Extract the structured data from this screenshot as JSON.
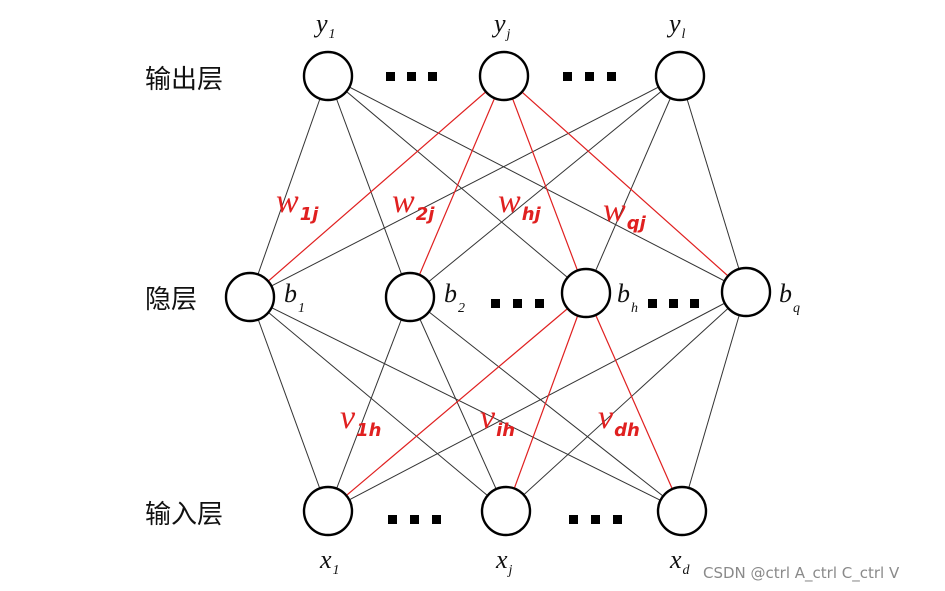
{
  "layers": {
    "output": "输出层",
    "hidden": "隐层",
    "input": "输入层"
  },
  "output_nodes": [
    {
      "var": "y",
      "sub": "1"
    },
    {
      "var": "y",
      "sub": "j"
    },
    {
      "var": "y",
      "sub": "l"
    }
  ],
  "hidden_nodes": [
    {
      "var": "b",
      "sub": "1"
    },
    {
      "var": "b",
      "sub": "2"
    },
    {
      "var": "b",
      "sub": "h"
    },
    {
      "var": "b",
      "sub": "q"
    }
  ],
  "input_nodes": [
    {
      "var": "x",
      "sub": "1"
    },
    {
      "var": "x",
      "sub": "j"
    },
    {
      "var": "x",
      "sub": "d"
    }
  ],
  "weights_w": [
    {
      "var": "w",
      "sub": "1j"
    },
    {
      "var": "w",
      "sub": "2j"
    },
    {
      "var": "w",
      "sub": "hj"
    },
    {
      "var": "w",
      "sub": "qj"
    }
  ],
  "weights_v": [
    {
      "var": "v",
      "sub": "1h"
    },
    {
      "var": "v",
      "sub": "ih"
    },
    {
      "var": "v",
      "sub": "dh"
    }
  ],
  "watermark": "CSDN @ctrl A_ctrl C_ctrl V",
  "colors": {
    "highlight": "#e02020",
    "line": "#333333"
  }
}
